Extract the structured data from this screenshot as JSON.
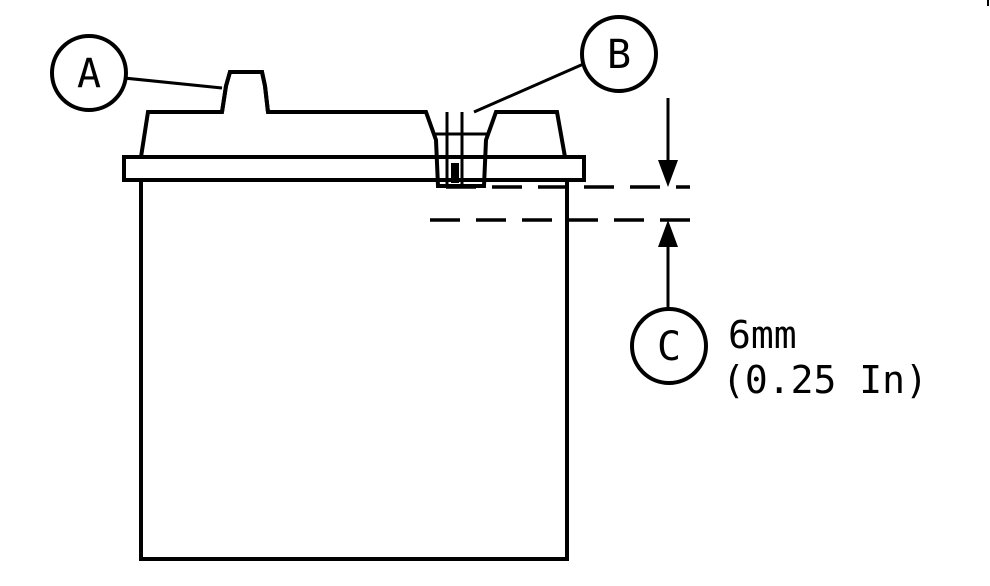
{
  "callouts": {
    "a": "A",
    "b": "B",
    "c": "C"
  },
  "dimension": {
    "metric": "6mm",
    "imperial": "(0.25 In)"
  }
}
